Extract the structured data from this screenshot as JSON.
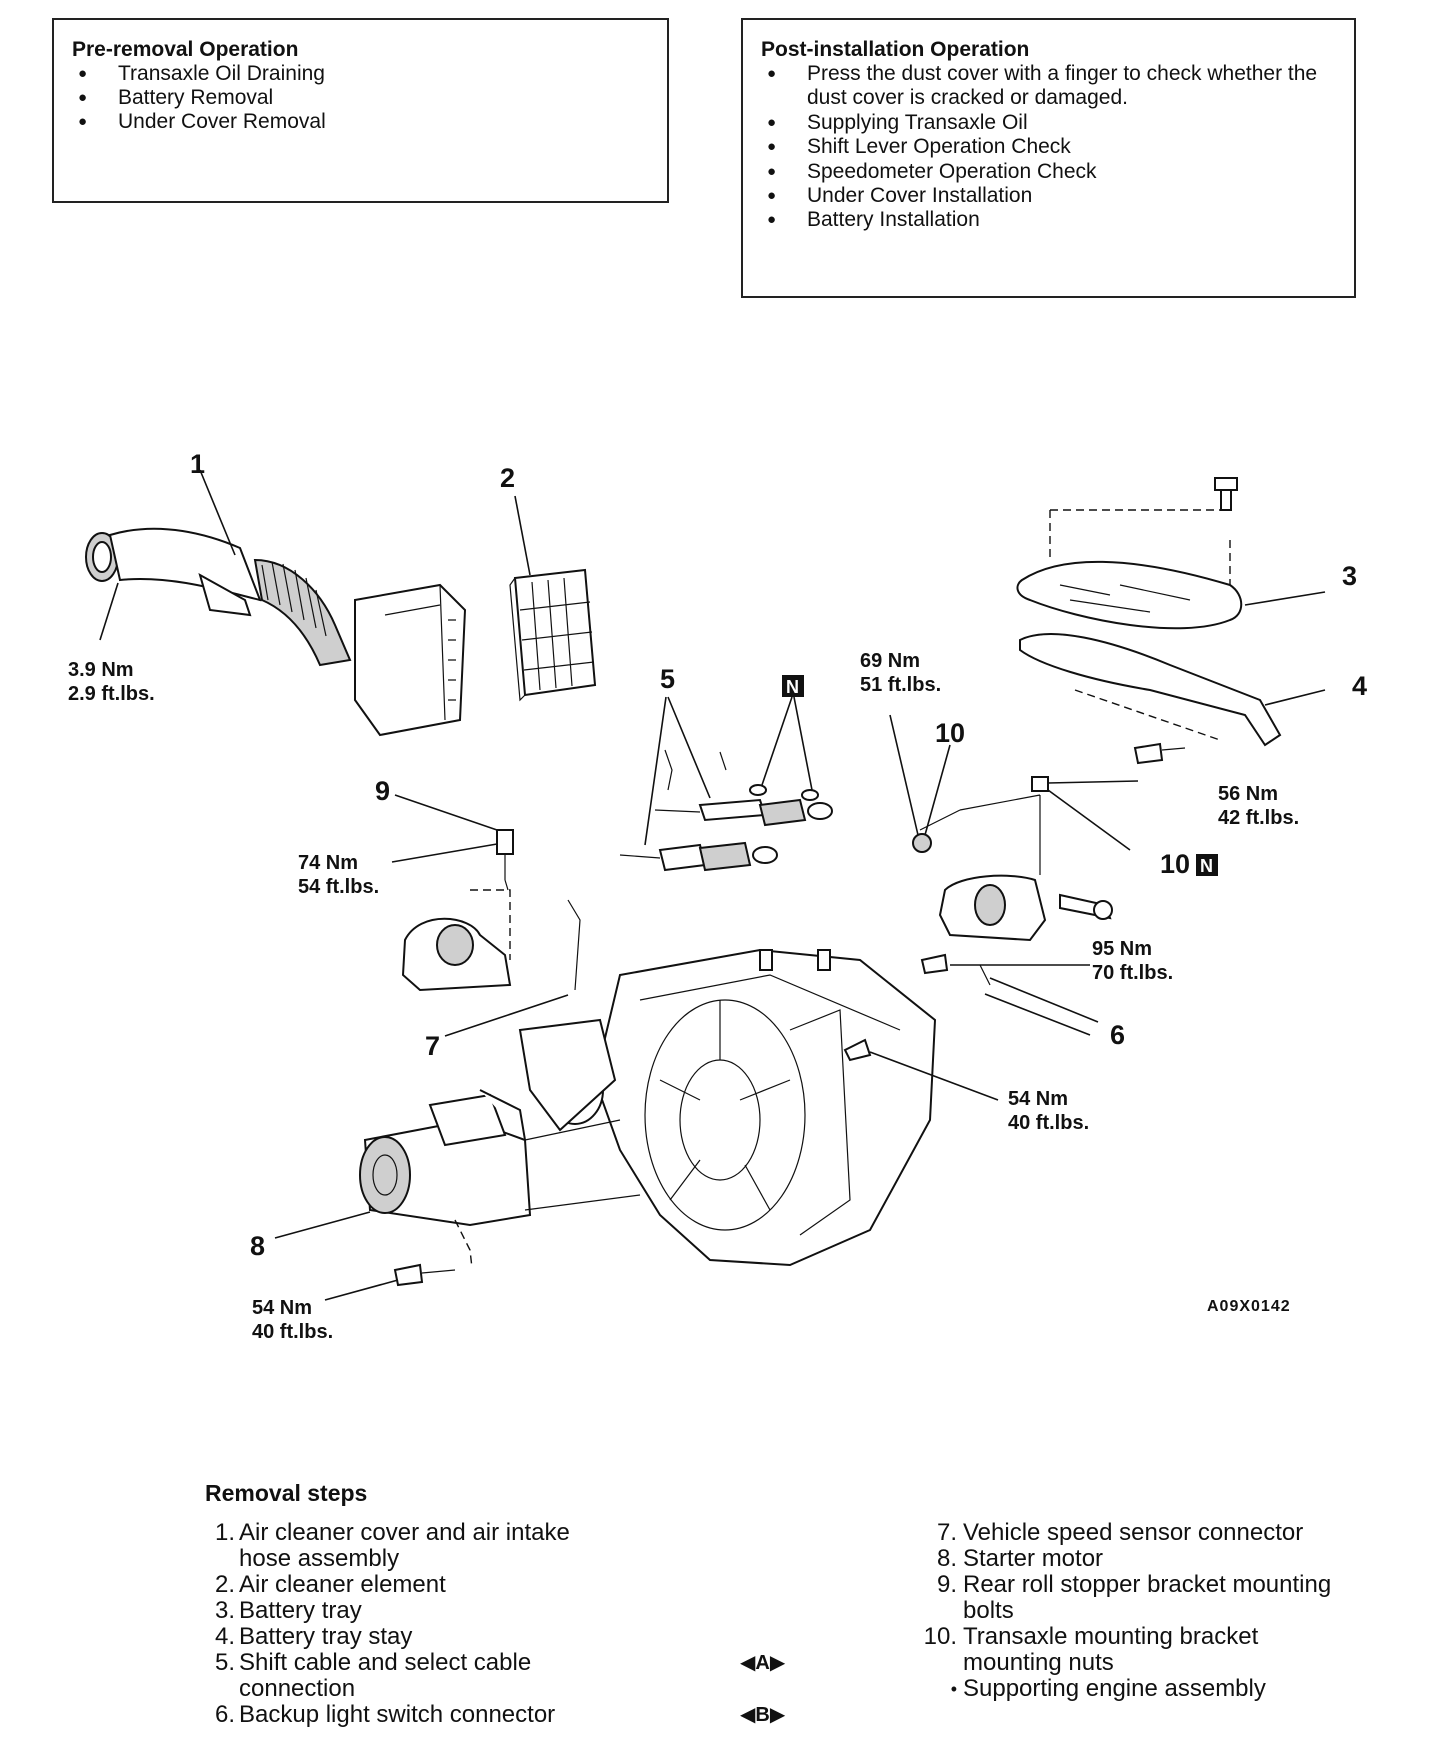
{
  "pre_removal": {
    "title": "Pre-removal Operation",
    "items": [
      "Transaxle Oil Draining",
      "Battery Removal",
      "Under Cover Removal"
    ]
  },
  "post_installation": {
    "title": "Post-installation Operation",
    "items": [
      "Press the dust cover with a finger to check whether the dust cover is cracked or damaged.",
      "Supplying Transaxle Oil",
      "Shift Lever Operation Check",
      "Speedometer Operation Check",
      "Under Cover Installation",
      "Battery Installation"
    ]
  },
  "diagram": {
    "callouts": {
      "c1": "1",
      "c2": "2",
      "c3": "3",
      "c4": "4",
      "c5": "5",
      "c6": "6",
      "c7": "7",
      "c8": "8",
      "c9": "9",
      "c10a": "10",
      "c10b": "10"
    },
    "n_marker": "N",
    "torques": {
      "t1": {
        "nm": "3.9 Nm",
        "ft": "2.9 ft.lbs."
      },
      "t_69": {
        "nm": "69 Nm",
        "ft": "51 ft.lbs."
      },
      "t_56": {
        "nm": "56 Nm",
        "ft": "42 ft.lbs."
      },
      "t_74": {
        "nm": "74 Nm",
        "ft": "54 ft.lbs."
      },
      "t_95": {
        "nm": "95 Nm",
        "ft": "70 ft.lbs."
      },
      "t_54a": {
        "nm": "54 Nm",
        "ft": "40 ft.lbs."
      },
      "t_54b": {
        "nm": "54 Nm",
        "ft": "40 ft.lbs."
      }
    },
    "figure_code": "A09X0142"
  },
  "removal_steps": {
    "title": "Removal steps",
    "left": [
      {
        "n": "1.",
        "text": "Air cleaner cover and air intake\nhose assembly"
      },
      {
        "n": "2.",
        "text": "Air cleaner element"
      },
      {
        "n": "3.",
        "text": "Battery tray"
      },
      {
        "n": "4.",
        "text": "Battery tray stay"
      },
      {
        "n": "5.",
        "text": "Shift cable and select cable\nconnection"
      },
      {
        "n": "6.",
        "text": "Backup light switch connector"
      }
    ],
    "right": [
      {
        "n": "7.",
        "text": "Vehicle speed sensor connector"
      },
      {
        "n": "8.",
        "text": "Starter motor"
      },
      {
        "n": "9.",
        "text": "Rear roll stopper bracket mounting\nbolts"
      },
      {
        "n": "10.",
        "text": "Transaxle mounting bracket\nmounting nuts"
      },
      {
        "n": "•",
        "text": "Supporting engine assembly"
      }
    ],
    "markers": {
      "a": "◀A▶",
      "b": "◀B▶"
    }
  }
}
